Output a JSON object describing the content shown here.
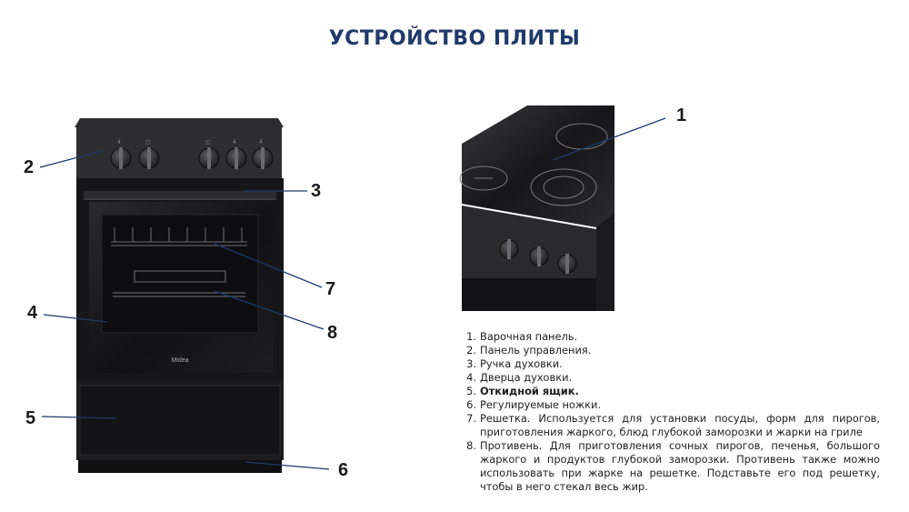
{
  "title": "УСТРОЙСТВО ПЛИТЫ",
  "brand": "Midea",
  "callouts": [
    "1",
    "2",
    "3",
    "4",
    "5",
    "6",
    "7",
    "8"
  ],
  "legend": [
    {
      "n": "1.",
      "text": "Варочная панель."
    },
    {
      "n": "2.",
      "text": "Панель управления."
    },
    {
      "n": "3.",
      "text": "Ручка духовки."
    },
    {
      "n": "4.",
      "text": "Дверца духовки."
    },
    {
      "n": "5.",
      "text": "Откидной ящик."
    },
    {
      "n": "6.",
      "text": "Регулируемые ножки."
    },
    {
      "n": "7.",
      "text": "Решетка. Используется для установки посуды, форм для пирогов, приготовления жаркого, блюд глубокой заморозки и жарки на гриле"
    },
    {
      "n": "8.",
      "text": "Противень. Для приготовления сочных пирогов, печенья, большого жаркого и продуктов глубокой заморозки. Противень также можно использовать при жарке на решетке. Подставьте его под решетку, чтобы в него стекал весь жир."
    }
  ],
  "colors": {
    "title": "#1f3a6b",
    "stove": "#1b1b1d",
    "text": "#1e1e1e"
  }
}
